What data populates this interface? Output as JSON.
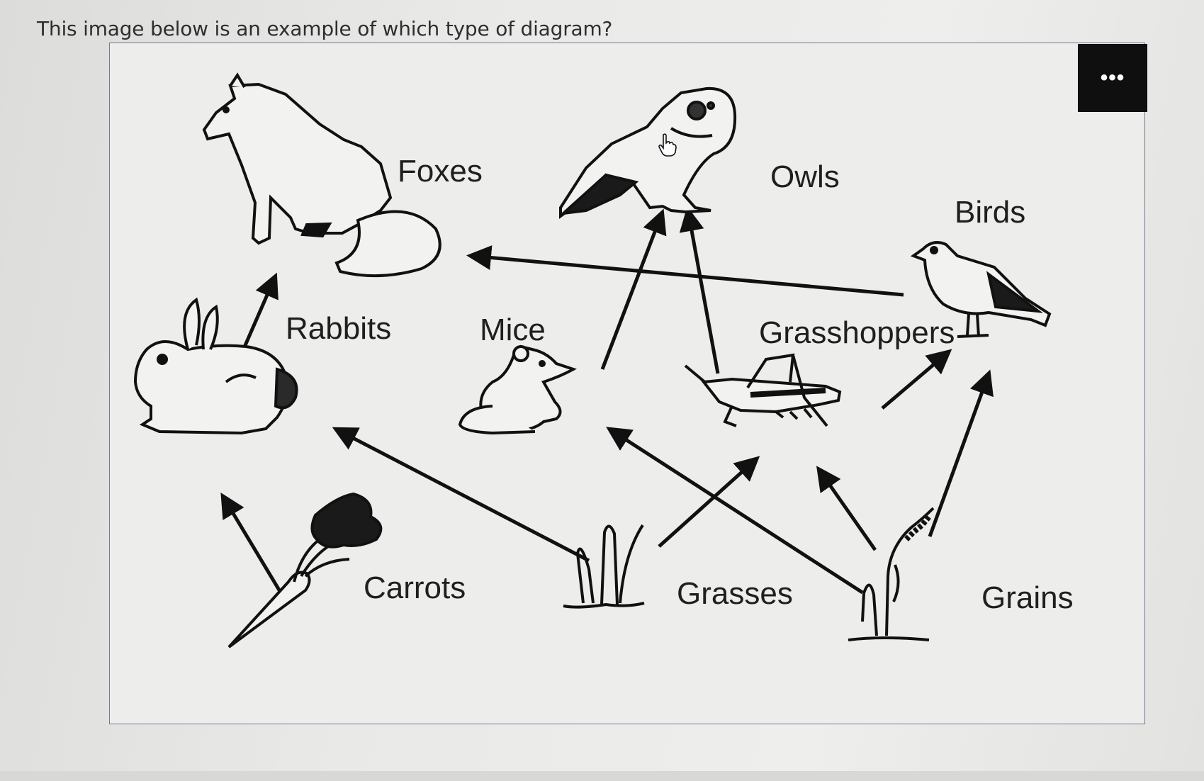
{
  "question": {
    "text": "This image below is an example of which type of diagram?"
  },
  "toolbar": {
    "more_label": "•••"
  },
  "diagram": {
    "organisms": {
      "foxes": "Foxes",
      "owls": "Owls",
      "birds": "Birds",
      "rabbits": "Rabbits",
      "mice": "Mice",
      "grasshoppers": "Grasshoppers",
      "carrots": "Carrots",
      "grasses": "Grasses",
      "grains": "Grains"
    },
    "relations": [
      {
        "from": "Carrots",
        "to": "Rabbits"
      },
      {
        "from": "Rabbits",
        "to": "Foxes"
      },
      {
        "from": "Grasses",
        "to": "Rabbits"
      },
      {
        "from": "Grasses",
        "to": "Grasshoppers"
      },
      {
        "from": "Grains",
        "to": "Mice"
      },
      {
        "from": "Grains",
        "to": "Grasshoppers"
      },
      {
        "from": "Grains",
        "to": "Birds"
      },
      {
        "from": "Mice",
        "to": "Owls"
      },
      {
        "from": "Grasshoppers",
        "to": "Owls"
      },
      {
        "from": "Grasshoppers",
        "to": "Birds"
      },
      {
        "from": "Birds",
        "to": "Foxes"
      }
    ]
  }
}
